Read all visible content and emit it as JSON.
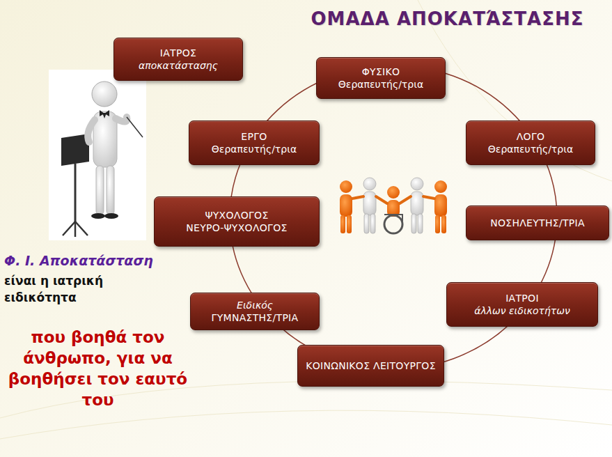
{
  "diagram": {
    "title": "ΟΜΑΔΑ ΑΠΟΚΑΤΆΣΤΑΣΗΣ",
    "nodes": [
      {
        "text": [
          "ΙΑΤΡΟΣ",
          "αποκατάστασης"
        ]
      },
      {
        "text": [
          "ΦΥΣΙΚΟ",
          "Θεραπευτής/τρια"
        ]
      },
      {
        "text": [
          "ΕΡΓΟ",
          "Θεραπευτής/τρια"
        ]
      },
      {
        "text": [
          "ΛΟΓΟ",
          "Θεραπευτής/τρια"
        ]
      },
      {
        "text": [
          "ΨΥΧΟΛΟΓΟΣ",
          "ΝΕΥΡΟ-ΨΥΧΟΛΟΓΟΣ"
        ]
      },
      {
        "text": [
          "ΝΟΣΗΛΕΥΤΗΣ/ΤΡΙΑ"
        ]
      },
      {
        "text": [
          "Ειδικός",
          "ΓΥΜΝΑΣΤΗΣ/ΤΡΙΑ"
        ]
      },
      {
        "text": [
          "ΙΑΤΡΟΙ",
          "άλλων ειδικοτήτων"
        ]
      },
      {
        "text": [
          "ΚΟΙΝΩΝΙΚΟΣ ΛΕΙΤΟΥΡΓΟΣ"
        ]
      }
    ],
    "labels": [
      "Φ. Ι. Αποκατάσταση",
      "είναι η ιατρική ειδικότητα",
      "που βοηθά τον άνθρωπο, για να βοηθήσει τον εαυτό του"
    ]
  }
}
